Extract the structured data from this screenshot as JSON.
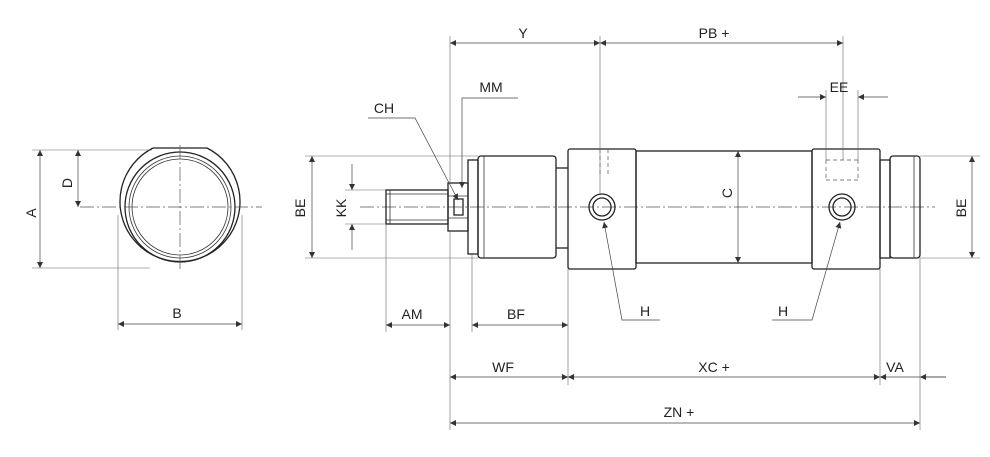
{
  "labels": {
    "A": "A",
    "D": "D",
    "B": "B",
    "BE_left": "BE",
    "KK": "KK",
    "CH": "CH",
    "MM": "MM",
    "Y": "Y",
    "PB": "PB +",
    "EE": "EE",
    "C": "C",
    "BE_right": "BE",
    "H_left": "H",
    "H_right": "H",
    "AM": "AM",
    "BF": "BF",
    "WF": "WF",
    "XC": "XC +",
    "VA": "VA",
    "ZN": "ZN +"
  }
}
